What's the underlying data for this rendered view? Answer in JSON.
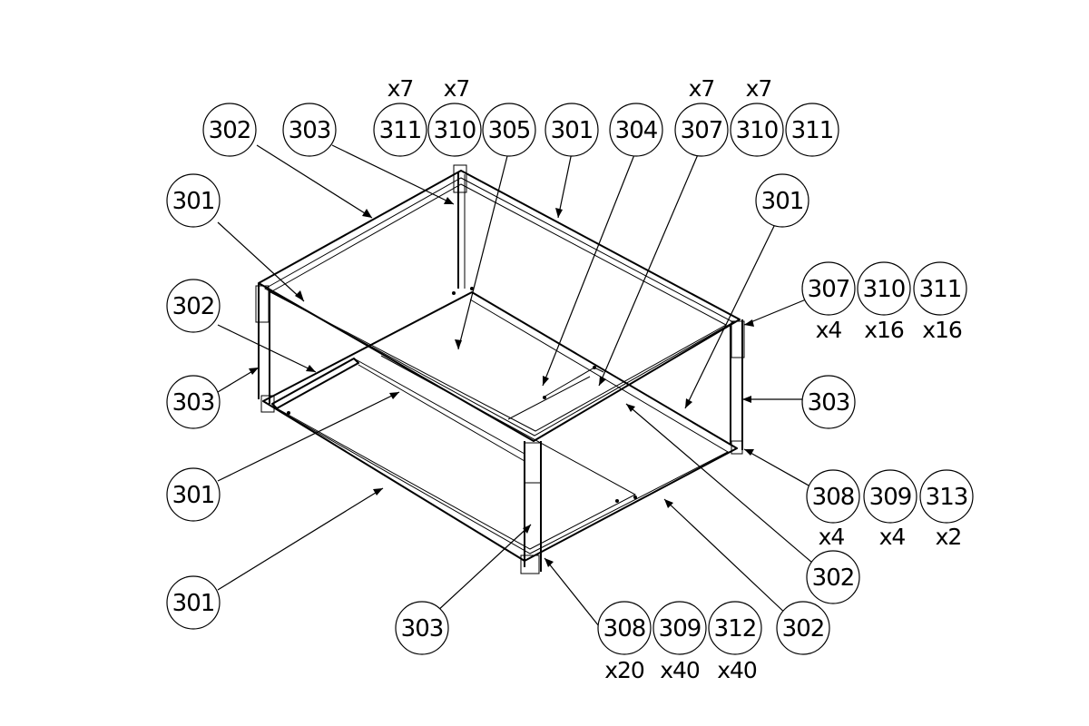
{
  "callouts": [
    {
      "label": "302"
    },
    {
      "label": "303"
    },
    {
      "label": "311"
    },
    {
      "label": "310"
    },
    {
      "label": "305"
    },
    {
      "label": "301"
    },
    {
      "label": "304"
    },
    {
      "label": "307"
    },
    {
      "label": "310"
    },
    {
      "label": "311"
    },
    {
      "label": "301"
    },
    {
      "label": "301"
    },
    {
      "label": "307"
    },
    {
      "label": "310"
    },
    {
      "label": "311"
    },
    {
      "label": "302"
    },
    {
      "label": "303"
    },
    {
      "label": "303"
    },
    {
      "label": "301"
    },
    {
      "label": "308"
    },
    {
      "label": "309"
    },
    {
      "label": "313"
    },
    {
      "label": "302"
    },
    {
      "label": "301"
    },
    {
      "label": "302"
    },
    {
      "label": "303"
    },
    {
      "label": "308"
    },
    {
      "label": "309"
    },
    {
      "label": "312"
    }
  ],
  "quantities": [
    {
      "label": "x7"
    },
    {
      "label": "x7"
    },
    {
      "label": "x7"
    },
    {
      "label": "x7"
    },
    {
      "label": "x4"
    },
    {
      "label": "x16"
    },
    {
      "label": "x16"
    },
    {
      "label": "x4"
    },
    {
      "label": "x4"
    },
    {
      "label": "x2"
    },
    {
      "label": "x20"
    },
    {
      "label": "x40"
    },
    {
      "label": "x40"
    }
  ]
}
